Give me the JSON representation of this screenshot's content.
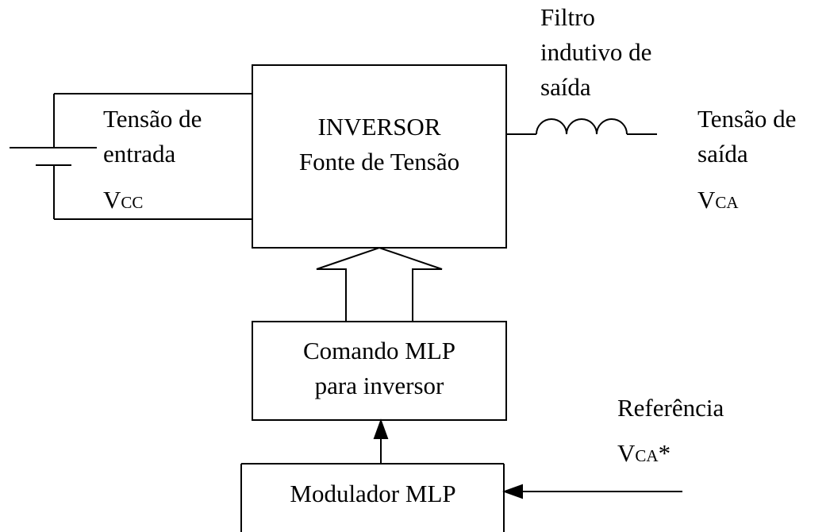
{
  "inverter_block": {
    "title": "INVERSOR",
    "subtitle": "Fonte de Tensão"
  },
  "input_voltage": {
    "line1": "Tensão de",
    "line2": "entrada",
    "symbol_main": "V",
    "symbol_sub": "CC"
  },
  "output_filter": {
    "line1": "Filtro",
    "line2": "indutivo de",
    "line3": "saída"
  },
  "output_voltage": {
    "line1": "Tensão de",
    "line2": "saída",
    "symbol_main": "V",
    "symbol_sub": "CA"
  },
  "pwm_command_block": {
    "line1": "Comando MLP",
    "line2": "para inversor"
  },
  "pwm_modulator_block": {
    "label": "Modulador MLP"
  },
  "reference": {
    "label": "Referência",
    "symbol_main": "V",
    "symbol_sub": "CA",
    "symbol_suffix": "*"
  }
}
